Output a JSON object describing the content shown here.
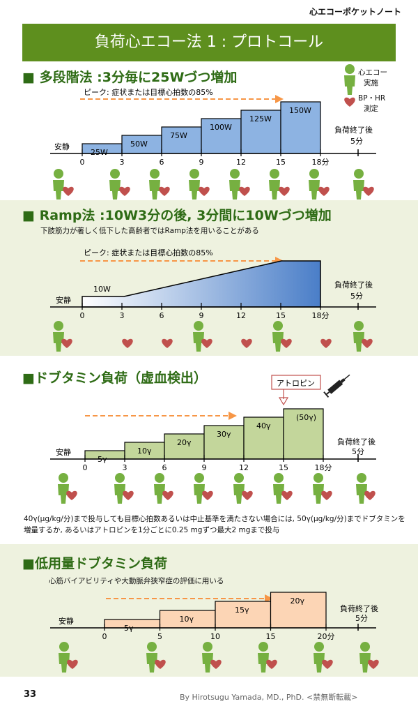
{
  "header": {
    "note": "心エコーポケットノート",
    "title": "負荷心エコー法 1 : プロトコール"
  },
  "legend": {
    "echo_label_1": "心エコー",
    "echo_label_2": "実施",
    "bp_label_1": "BP・HR",
    "bp_label_2": "測定"
  },
  "colors": {
    "banner": "#5e8f1e",
    "title_green": "#2e6b15",
    "bar_blue": "#8db3e2",
    "bar_green": "#c3d69b",
    "bar_orange": "#fcd5b5",
    "arrow_orange": "#f79646",
    "heart": "#c0504d",
    "band": "#eef2df",
    "person": "#76b041"
  },
  "sections": [
    {
      "title": "■ 多段階法  :3分毎に25Wづつ増加",
      "note": "",
      "peak_note": "ピーク: 症状または目標心拍数の85%",
      "rest_label": "安静",
      "end_label_1": "負荷終了後",
      "end_label_2": "5分",
      "ticks": [
        "0",
        "3",
        "6",
        "9",
        "12",
        "15",
        "18分"
      ],
      "steps": [
        {
          "label": "25W",
          "level": 1
        },
        {
          "label": "50W",
          "level": 2
        },
        {
          "label": "75W",
          "level": 3
        },
        {
          "label": "100W",
          "level": 4
        },
        {
          "label": "125W",
          "level": 5
        },
        {
          "label": "150W",
          "level": 6
        }
      ]
    },
    {
      "title": "■ Ramp法  :10W3分の後, 3分間に10Wづつ増加",
      "note": "下肢筋力が著しく低下した高齢者ではRamp法を用いることがある",
      "peak_note": "ピーク: 症状または目標心拍数の85%",
      "rest_label": "安静",
      "end_label_1": "負荷終了後",
      "end_label_2": "5分",
      "ticks": [
        "0",
        "3",
        "6",
        "9",
        "12",
        "15",
        "18分"
      ],
      "first_step": "10W"
    },
    {
      "title": "■ドブタミン負荷（虚血検出）",
      "note": "",
      "callout": "アトロピン",
      "rest_label": "安静",
      "end_label_1": "負荷終了後",
      "end_label_2": "5分",
      "ticks": [
        "0",
        "3",
        "6",
        "9",
        "12",
        "15",
        "18分"
      ],
      "steps": [
        {
          "label": "5γ",
          "level": 1
        },
        {
          "label": "10γ",
          "level": 2
        },
        {
          "label": "20γ",
          "level": 3
        },
        {
          "label": "30γ",
          "level": 4
        },
        {
          "label": "40γ",
          "level": 5
        },
        {
          "label": "(50γ)",
          "level": 6
        }
      ]
    },
    {
      "title": "■低用量ドブタミン負荷",
      "note": "心筋バイアビリティや大動脈弁狭窄症の評価に用いる",
      "rest_label": "安静",
      "end_label_1": "負荷終了後",
      "end_label_2": "5分",
      "ticks": [
        "0",
        "5",
        "10",
        "15",
        "20分"
      ],
      "steps": [
        {
          "label": "5γ",
          "level": 1
        },
        {
          "label": "10γ",
          "level": 2
        },
        {
          "label": "15γ",
          "level": 3
        },
        {
          "label": "20γ",
          "level": 4
        }
      ]
    }
  ],
  "dobutamine_note": "40γ(μg/kg/分)まで投与しても目標心拍数あるいは中止基準を満たさない場合には, 50γ(μg/kg/分)までドブタミンを増量するか, あるいはアトロピンを1分ごとに0.25 mgずつ最大2 mgまで投与",
  "footer": {
    "page": "33",
    "author": "By  Hirotsugu Yamada, MD., PhD.  <禁無断転載>"
  }
}
